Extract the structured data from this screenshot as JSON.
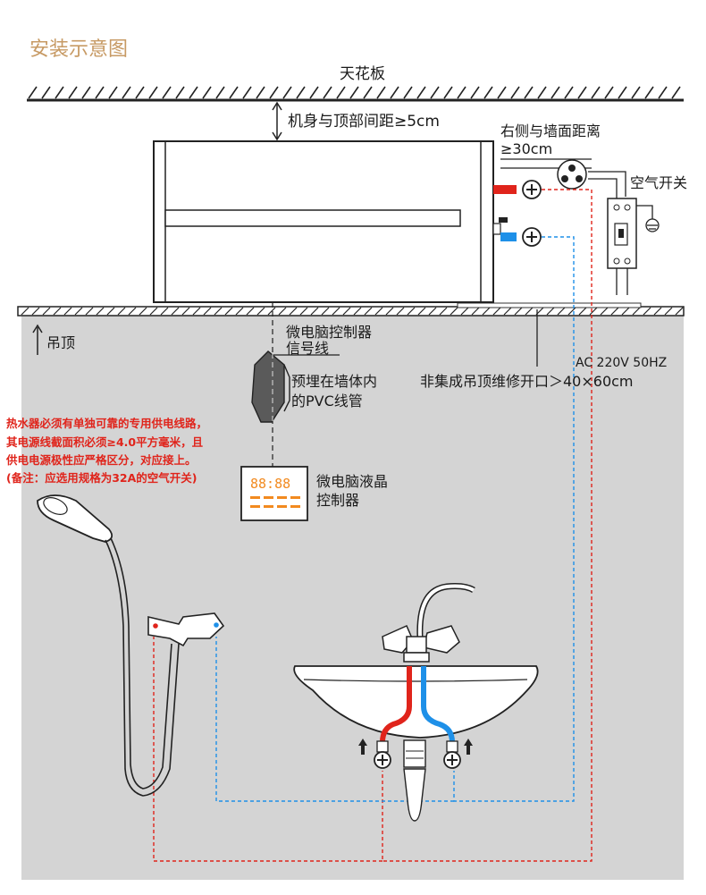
{
  "title": "安装示意图",
  "labels": {
    "ceiling": "天花板",
    "top_gap": "机身与顶部间距≥5cm",
    "right_gap_line1": "右侧与墙面距离",
    "right_gap_line2": "≥30cm",
    "air_switch": "空气开关",
    "suspended_ceiling": "吊顶",
    "controller_signal_line1": "微电脑控制器",
    "controller_signal_line2": "信号线",
    "pvc_line1": "预埋在墙体内",
    "pvc_line2": "的PVC线管",
    "power_spec": "AC 220V 50HZ",
    "maintenance_opening": "非集成吊顶维修开口＞40×60cm",
    "lcd_line1": "微电脑液晶",
    "lcd_line2": "控制器",
    "lcd_digits": "88:88"
  },
  "warning": [
    "热水器必须有单独可靠的专用供电线路，",
    "其电源线截面积必须≥4.0平方毫米，且",
    "供电电源极性应严格区分，对应接上。",
    "(备注：应选用规格为32A的空气开关)"
  ],
  "colors": {
    "hot": "#e0241b",
    "cold": "#1e90e8",
    "wall": "#d4d4d4",
    "title": "#c79a64",
    "digits": "#f28a1f"
  }
}
